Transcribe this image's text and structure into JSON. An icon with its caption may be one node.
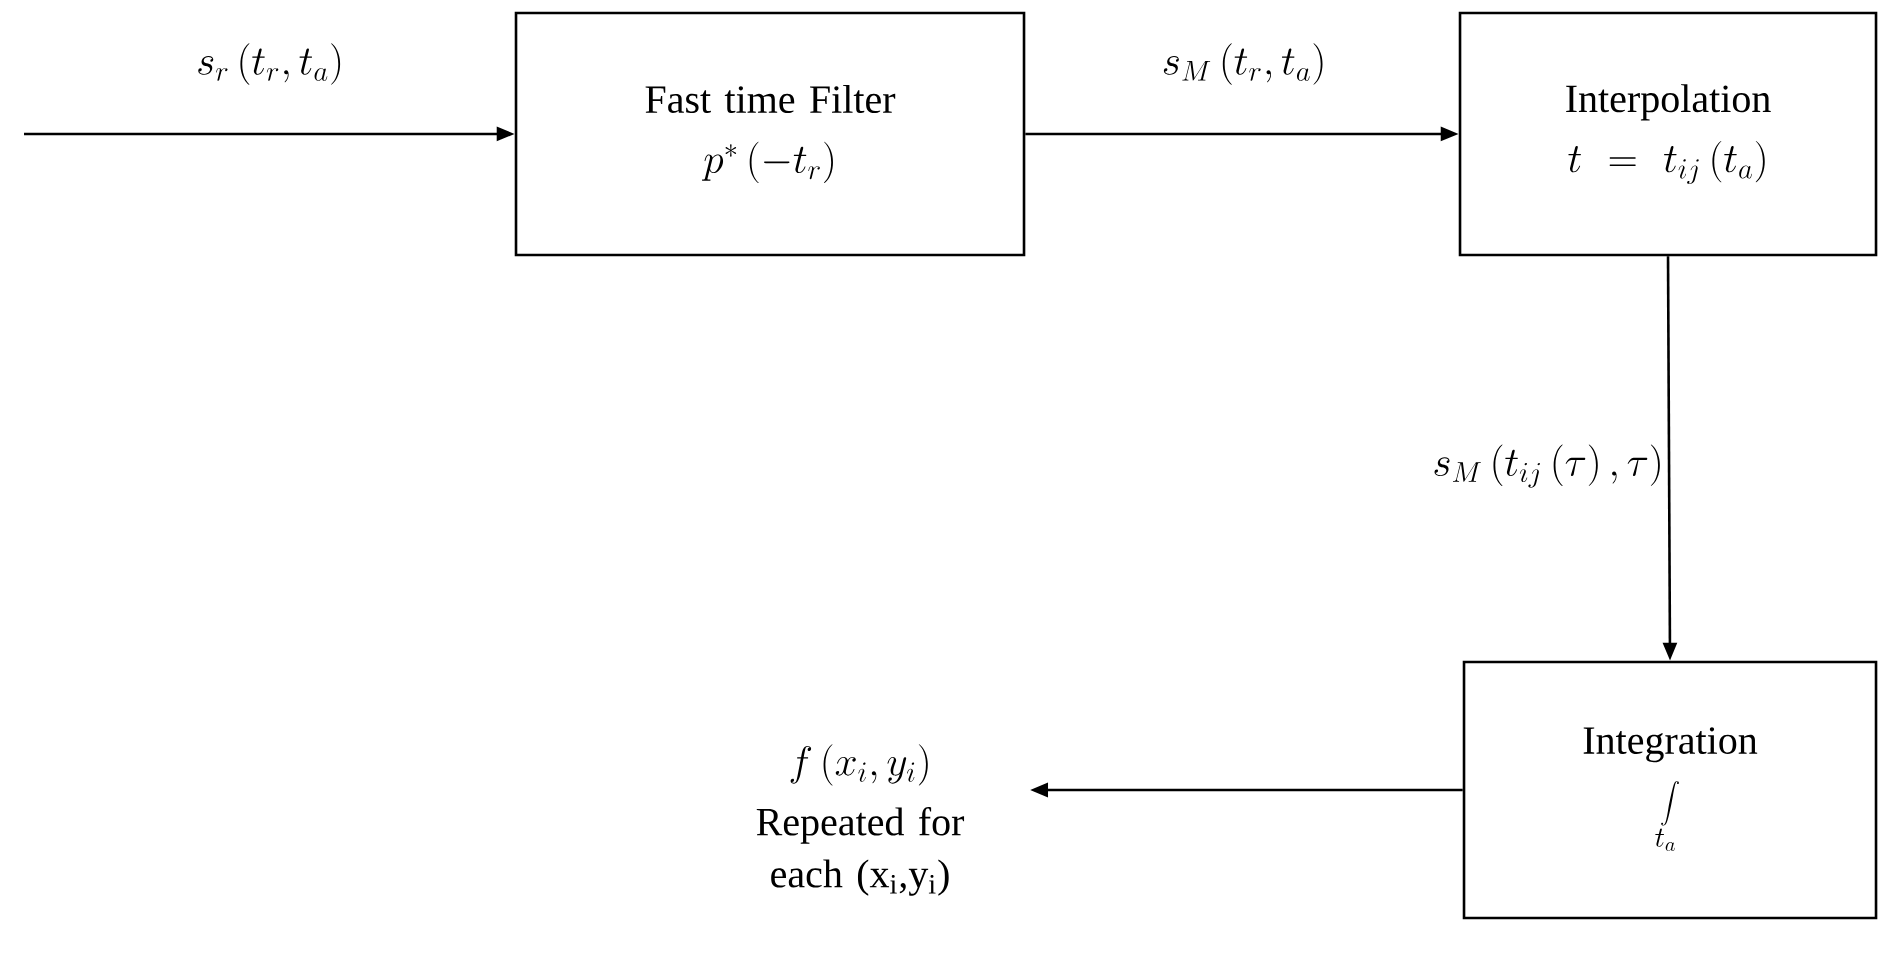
{
  "diagram": {
    "nodes": [
      {
        "text": [
          "Fast time Filter",
          "p^{*}\\left(-t_{r}\\right)"
        ]
      },
      {
        "text": [
          "Interpolation",
          "t=t_{ij}\\left(t_{a}\\right)"
        ]
      },
      {
        "text": [
          "Integration",
          "\\int\\limits_{t_{a}}"
        ]
      },
      {
        "text": [
          "f\\left(x_{i},y_{i}\\right)",
          "Repeated for each (x$_{i}$,y$_{i}$)"
        ]
      }
    ],
    "edges": [
      {
        "from": null,
        "to": 0,
        "arrow": "to",
        "label": "s_{r}\\left(t_{r},t_{a}\\right)"
      },
      {
        "from": 0,
        "to": 1,
        "arrow": "to",
        "label": "s_{M}\\left(t_{r},t_{a}\\right)"
      },
      {
        "from": 1,
        "to": 2,
        "arrow": "to",
        "label": "s_{M}\\left(t_{ij}\\left(\\tau\\right),\\tau\\right)"
      },
      {
        "from": 2,
        "to": 3,
        "arrow": "to"
      }
    ]
  }
}
